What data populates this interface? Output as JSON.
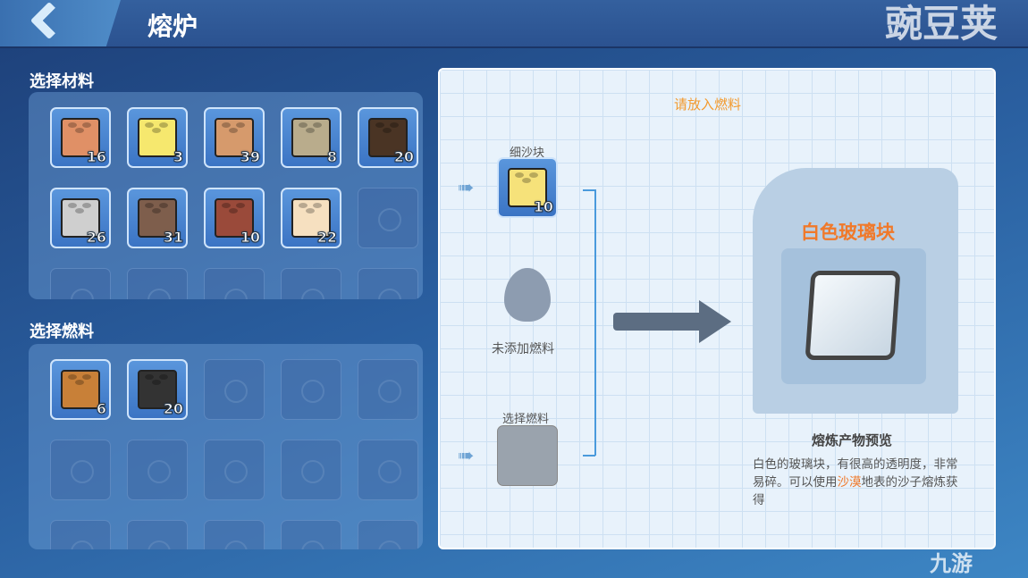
{
  "header": {
    "title": "熔炉"
  },
  "materials": {
    "label": "选择材料",
    "items": [
      {
        "count": "16",
        "color": "#e09066"
      },
      {
        "count": "3",
        "color": "#f6e86e"
      },
      {
        "count": "39",
        "color": "#d69a6c"
      },
      {
        "count": "8",
        "color": "#b9ac8c"
      },
      {
        "count": "20",
        "color": "#4a3424"
      },
      {
        "count": "26",
        "color": "#cfcfcf"
      },
      {
        "count": "31",
        "color": "#7e5e4c"
      },
      {
        "count": "10",
        "color": "#9a4a3a"
      },
      {
        "count": "22",
        "color": "#f6e0c0"
      }
    ]
  },
  "fuels": {
    "label": "选择燃料",
    "items": [
      {
        "count": "6",
        "color": "#c88038"
      },
      {
        "count": "20",
        "color": "#333333"
      }
    ]
  },
  "furnace": {
    "hint": "请放入燃料",
    "input_label": "细沙块",
    "input_count": "10",
    "input_color": "#f6e27a",
    "fire_label": "未添加燃料",
    "fuel_slot_label": "选择燃料",
    "product_name": "白色玻璃块",
    "preview_title": "熔炼产物预览",
    "desc_a": "白色的玻璃块，有很高的透明度，非常易碎。可以使用",
    "desc_hl": "沙漠",
    "desc_b": "地表的沙子熔炼获得"
  },
  "watermarks": {
    "wandoujia": "豌豆荚",
    "jiuyou": "九游"
  }
}
